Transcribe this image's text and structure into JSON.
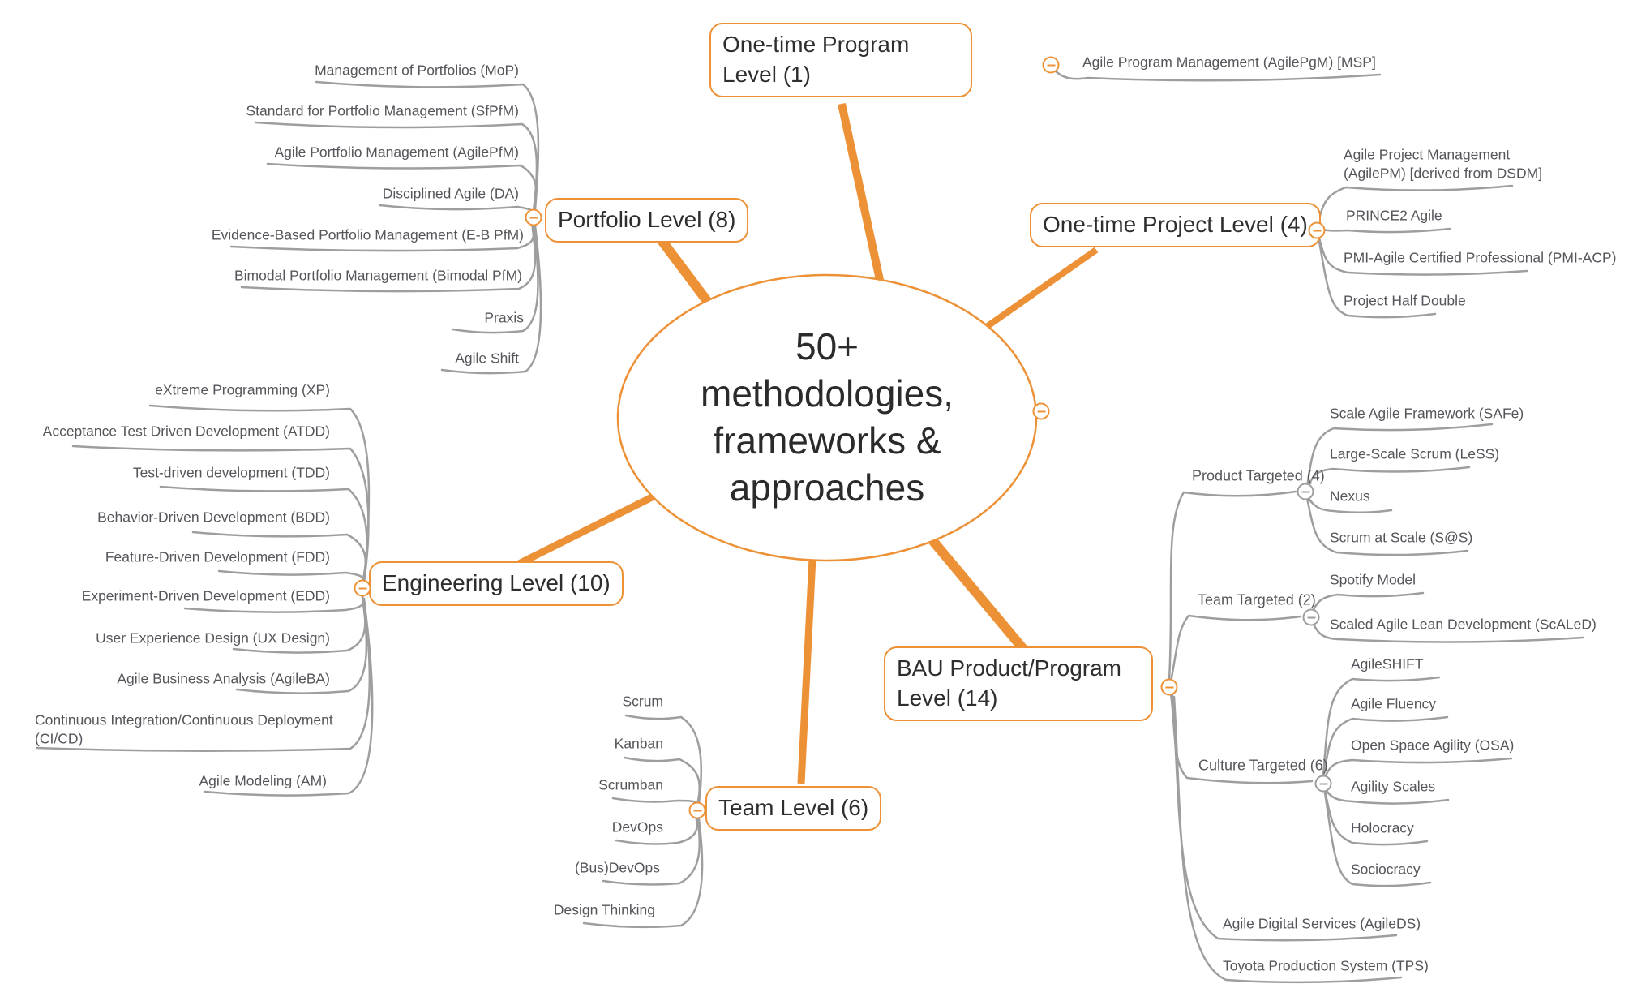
{
  "center": {
    "lines": [
      "50+",
      "methodologies,",
      "frameworks &",
      "approaches"
    ]
  },
  "colors": {
    "accent_orange": "#ED9136",
    "wire_gray": "#9E9E9E",
    "box_text": "#2E2E2E",
    "leaf_text": "#55565B"
  },
  "icons": {
    "collapse": "minus-in-circle"
  },
  "branches": {
    "program": {
      "label": "One-time Program Level (1)",
      "items": [
        "Agile Program Management (AgilePgM) [MSP]"
      ]
    },
    "project": {
      "label": "One-time Project Level (4)",
      "items": [
        "Agile Project Management (AgilePM) [derived from DSDM]",
        "PRINCE2 Agile",
        "PMI-Agile Certified Professional (PMI-ACP)",
        "Project Half Double"
      ]
    },
    "portfolio": {
      "label": "Portfolio Level (8)",
      "items": [
        "Management of Portfolios (MoP)",
        "Standard for Portfolio Management (SfPfM)",
        "Agile Portfolio Management (AgilePfM)",
        "Disciplined Agile (DA)",
        "Evidence-Based Portfolio Management (E-B PfM)",
        "Bimodal Portfolio Management (Bimodal PfM)",
        "Praxis",
        "Agile Shift"
      ]
    },
    "engineering": {
      "label": "Engineering Level (10)",
      "items": [
        "eXtreme Programming (XP)",
        "Acceptance Test Driven Development (ATDD)",
        "Test-driven development (TDD)",
        "Behavior-Driven Development (BDD)",
        "Feature-Driven Development (FDD)",
        "Experiment-Driven Development (EDD)",
        "User Experience Design (UX Design)",
        "Agile Business Analysis (AgileBA)",
        "Continuous Integration/Continuous Deployment (CI/CD)",
        "Agile Modeling (AM)"
      ]
    },
    "team": {
      "label": "Team Level (6)",
      "items": [
        "Scrum",
        "Kanban",
        "Scrumban",
        "DevOps",
        "(Bus)DevOps",
        "Design Thinking"
      ]
    },
    "bau": {
      "label": "BAU Product/Program Level (14)",
      "product": {
        "label": "Product Targeted (4)",
        "items": [
          "Scale Agile Framework (SAFe)",
          "Large-Scale Scrum (LeSS)",
          "Nexus",
          "Scrum at Scale (S@S)"
        ]
      },
      "team_targeted": {
        "label": "Team Targeted (2)",
        "items": [
          "Spotify Model",
          "Scaled Agile Lean Development (ScALeD)"
        ]
      },
      "culture": {
        "label": "Culture Targeted (6)",
        "items": [
          "AgileSHIFT",
          "Agile Fluency",
          "Open Space Agility (OSA)",
          "Agility Scales",
          "Holocracy",
          "Sociocracy"
        ]
      },
      "extra": [
        "Agile Digital Services (AgileDS)",
        "Toyota Production System (TPS)"
      ]
    }
  }
}
